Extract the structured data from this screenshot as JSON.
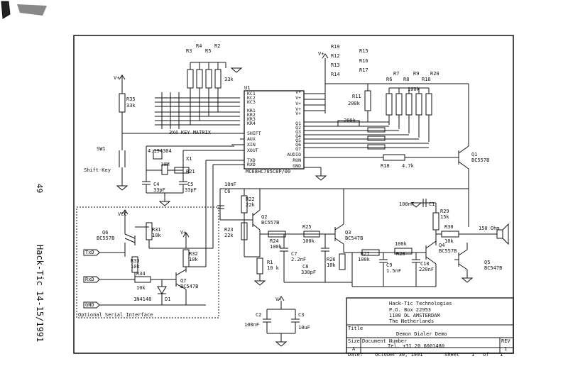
{
  "side_text": {
    "page_no": "49",
    "journal": "Hack-Tic 14-15/1991"
  },
  "labels": {
    "sw1": "SW1",
    "shift_key": "Shift-Key",
    "r35": "R35",
    "r35v": "33k",
    "r2": "R2",
    "r3": "R3",
    "r4": "R4",
    "r5": "R5",
    "pullup": "33k",
    "keymatrix": "3X4 KEY MATRIX",
    "u1": "U1",
    "mcu": "MC68HC705C8P/00",
    "pins_left": [
      "KC1",
      "KC2",
      "KC3",
      "KR1",
      "KR2",
      "KR3",
      "KR4",
      "SHIFT",
      "AUX",
      "XIN",
      "XOUT",
      "TXD",
      "RXD"
    ],
    "pins_right": [
      "V+",
      "V+",
      "V+",
      "V+",
      "V+",
      "Q1",
      "Q2",
      "Q3",
      "Q4",
      "Q5",
      "Q6",
      "Q7",
      "AUDIO",
      "RUN",
      "GND"
    ],
    "xtal": "4.194304",
    "x1": "X1",
    "r10m": "10M",
    "r21": "R21",
    "c4": "C4",
    "c4v": "33pF",
    "c5": "C5",
    "c5v": "33pF",
    "r19": "R19",
    "r12": "R12",
    "r13": "R13",
    "r14": "R14",
    "r15": "R15",
    "r16": "R16",
    "r17": "R17",
    "r11": "R11",
    "r11v": "200k",
    "r6": "R6",
    "r7": "R7",
    "r8": "R8",
    "r9": "R9",
    "r10": "R10",
    "r20": "R20",
    "r100k_top": "100k",
    "r200k": "200k",
    "r18": "R18",
    "r18v": "4.7k",
    "q1": "Q1",
    "q1v": "BC557B",
    "c6": "C6",
    "c6v": "10nF",
    "r22": "R22",
    "r22v": "22k",
    "q2": "Q2",
    "q2v": "BC557B",
    "r23": "R23",
    "r23v": "22k",
    "r24": "R24",
    "r24v": "100k",
    "r1": "R1",
    "r1v": "10 k",
    "r25": "R25",
    "r25v": "100k",
    "c7": "C7",
    "c7v": "2.2nF",
    "c8": "C8",
    "c8v": "330pF",
    "r26": "R26",
    "r26v": "10k",
    "q3": "Q3",
    "q3v": "BC547B",
    "r27": "R27",
    "r27v": "100k",
    "r28": "R28",
    "r28_100k": "100k",
    "c9": "C9",
    "c9v": "1.5nF",
    "c10": "C10",
    "c10v": "220nF",
    "c1": "C1",
    "c1v": "100nF",
    "r29": "R29",
    "r29v": "15k",
    "r30": "R30",
    "r30v": "10k",
    "q4": "Q4",
    "q4v": "BC557B",
    "q5": "Q5",
    "q5v": "BC547B",
    "speaker": "150 Ohm",
    "vcc": "VCC",
    "vplus": "V+",
    "q6": "Q6",
    "q6v": "BC557B",
    "r31": "R31",
    "r31v": "10k",
    "r32": "R32",
    "r32v": "10k",
    "r33": "R33",
    "r33v": "10k",
    "r34": "R34",
    "r34v": "10k",
    "q7": "Q7",
    "q7v": "BC547B",
    "d1": "D1",
    "d1v": "1N4148",
    "txd": "TxD",
    "rxd": "RxD",
    "gnd": "GND",
    "serial": "Optional Serial Interface",
    "c2": "C2",
    "c2v": "100nF",
    "c3": "C3",
    "c3v": "10uF"
  },
  "title_block": {
    "company": "Hack-Tic Technologies",
    "box": "P.O. Box 22953",
    "city": "1100 DL AMSTERDAM",
    "country": "The Netherlands",
    "title_label": "Title",
    "title": "Demon Dialer Demo",
    "size_label": "Size",
    "size": "A",
    "docnum_label": "Document Number",
    "tel": "Tel. +31 20 6001480",
    "rev_label": "REV",
    "rev": "1",
    "date_label": "Date:",
    "date": "October 30, 1991",
    "sheet_label": "Sheet",
    "sheet": "1",
    "of_label": "of",
    "of": "1"
  }
}
